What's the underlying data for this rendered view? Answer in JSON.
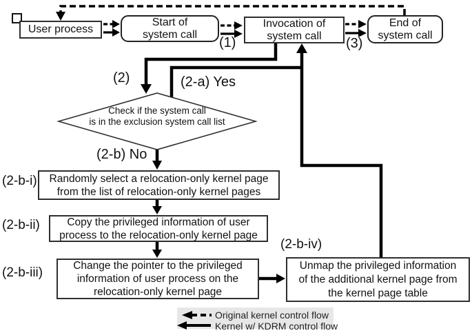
{
  "nodes": {
    "user_process": "User process",
    "start_syscall": "Start of\nsystem call",
    "invocation_syscall": "Invocation of\nsystem call",
    "end_syscall": "End of\nsystem call",
    "decision": "Check if the system call\nis in the exclusion system call list",
    "step_i": "Randomly select a relocation-only kernel page\nfrom the list of relocation-only kernel pages",
    "step_ii": "Copy the privileged information of user\nprocess to the relocation-only kernel page",
    "step_iii": "Change the pointer to the privileged\ninformation of user process on the\nrelocation-only kernel page",
    "step_iv": "Unmap the privileged information\nof the additional kernel page from\nthe kernel page table"
  },
  "labels": {
    "l1": "(1)",
    "l2": "(2)",
    "l3": "(3)",
    "l2a": "(2-a) Yes",
    "l2b": "(2-b) No",
    "l2bi": "(2-b-i)",
    "l2bii": "(2-b-ii)",
    "l2biii": "(2-b-iii)",
    "l2biv": "(2-b-iv)"
  },
  "legend": {
    "dashed": "Original kernel control flow",
    "solid": "Kernel w/ KDRM control flow"
  },
  "colors": {
    "line": "#000000",
    "box_border": "#2e2e2e",
    "legend_bg": "#e7e7e7"
  }
}
